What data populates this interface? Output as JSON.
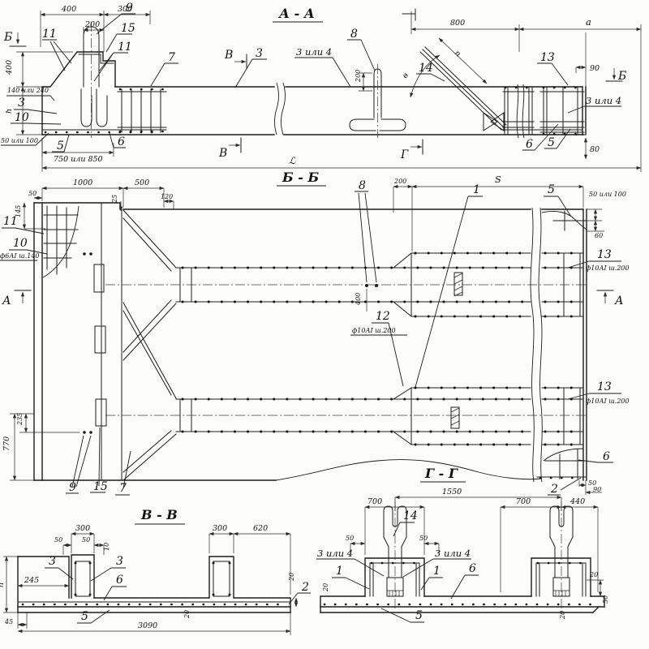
{
  "page": {
    "bg": "#fcfcfa",
    "ink": "#1c1c1c"
  },
  "aa": {
    "title": "А - А",
    "marker_b_left": "Б",
    "marker_b_right": "Б",
    "marker_v_top": "В",
    "marker_v_bottom": "В",
    "marker_g_bottom": "Г",
    "dim_400_top": "400",
    "dim_300_top": "300",
    "dim_200_loop": "200",
    "lbl_9": "9",
    "lbl_15": "15",
    "lbl_11_right": "11",
    "lbl_11_left": "11",
    "lbl_7": "7",
    "lbl_3_top": "3",
    "lbl_3or4_top": "3 или 4",
    "lbl_8": "8",
    "lbl_14": "14",
    "lbl_13": "13",
    "dim_800": "800",
    "dim_a": "а",
    "dim_n": "n",
    "angle_v": "в",
    "dim_90": "90",
    "dim_80": "80",
    "lbl_3or4_right": "3 или 4",
    "lbl_6_right": "6",
    "lbl_5_right": "5",
    "dim_400_left": "400",
    "dim_h": "h",
    "dim_140_240": "140 или 240",
    "lbl_3_left": "3",
    "lbl_10": "10",
    "dim_50_100": "50 или 100",
    "lbl_5_left": "5",
    "dim_750_850": "750 или 850",
    "lbl_6_left": "6",
    "dim_200_anchor": "200",
    "dim_length": "ℒ"
  },
  "bb": {
    "title": "Б - Б",
    "dim_1000": "1000",
    "dim_500": "500",
    "dim_120": "120",
    "dim_25": "25",
    "dim_50": "50",
    "dim_145": "145",
    "lbl_11": "11",
    "lbl_10": "10",
    "spec_10": "ф6АI ш.140",
    "lbl_8": "8",
    "dim_200": "200",
    "dim_s": "S",
    "lbl_1": "1",
    "lbl_5": "5",
    "dim_50_100": "50 или 100",
    "dim_60": "60",
    "dim_400": "400",
    "lbl_13_top": "13",
    "spec_13_top": "ф10АI ш.200",
    "lbl_12": "12",
    "spec_12": "ф10АI ш.200",
    "lbl_13_bot": "13",
    "spec_13_bot": "ф10АI ш.200",
    "marker_a_left": "А",
    "marker_a_right": "А",
    "dim_770": "770",
    "dim_235": "235",
    "lbl_9": "9",
    "lbl_15": "15",
    "lbl_7": "7",
    "lbl_6_corner": "6",
    "lbl_2_corner": "2",
    "dim_50_corner": "50",
    "dim_90_corner": "90"
  },
  "vv": {
    "title": "В - В",
    "dim_300_left": "300",
    "dim_50_left": "50",
    "dim_50_right": "50",
    "dim_10": "10",
    "lbl_3_left": "3",
    "lbl_3_right": "3",
    "lbl_6": "6",
    "lbl_5": "5",
    "lbl_2": "2",
    "dim_245": "245",
    "dim_h": "h",
    "dim_45": "45",
    "dim_3090": "3090",
    "dim_300_right": "300",
    "dim_620": "620",
    "dim_20_right": "20",
    "dim_20_bottom": "20"
  },
  "gg": {
    "title": "Г - Г",
    "dim_1550": "1550",
    "dim_700_left": "700",
    "dim_700_right": "700",
    "dim_440": "440",
    "dim_50_left": "50",
    "dim_50_right": "50",
    "lbl_14": "14",
    "lbl_3or4_left": "3 или 4",
    "lbl_3or4_mid": "3 или 4",
    "lbl_1_left": "1",
    "lbl_1_right": "1",
    "lbl_6": "6",
    "lbl_5": "5",
    "dim_20_left": "20",
    "dim_20_right": "20",
    "dim_50_edge": "50",
    "dim_20_bottom": "20"
  }
}
